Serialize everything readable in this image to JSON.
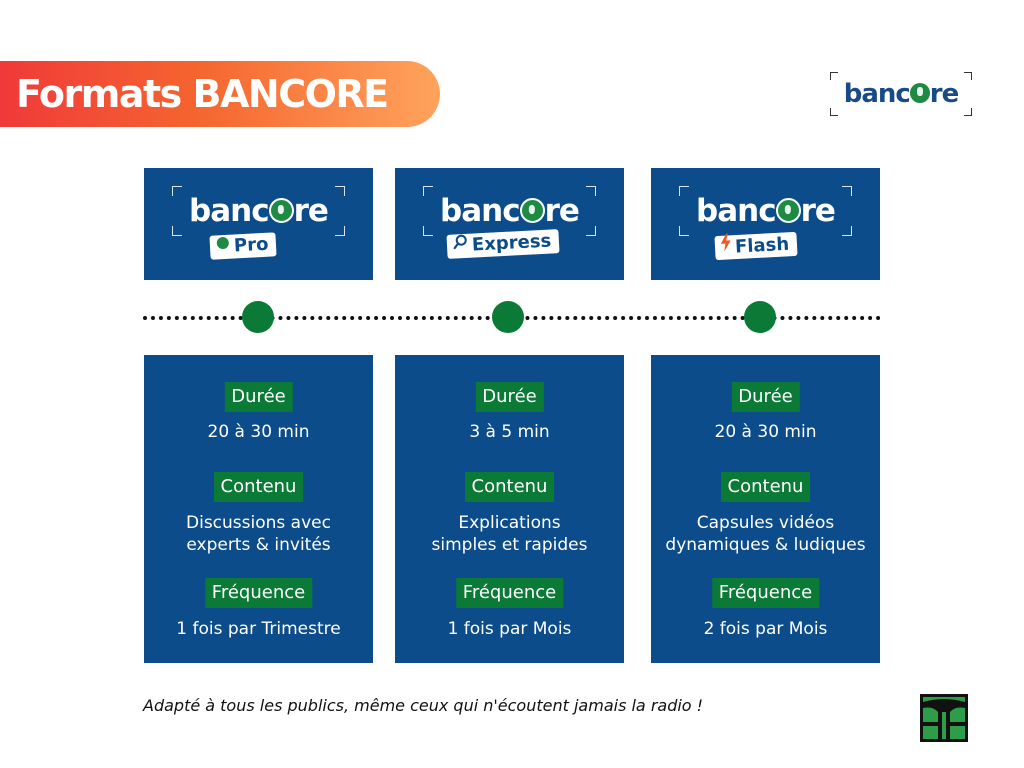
{
  "title": "Formats BANCORE",
  "brand": {
    "part1": "banc",
    "part2": "re"
  },
  "formats": [
    {
      "badge": "Pro",
      "badge_icon": "green-dot-icon",
      "duree_label": "Durée",
      "duree_value": "20 à 30 min",
      "contenu_label": "Contenu",
      "contenu_line1": "Discussions avec",
      "contenu_line2": "experts & invités",
      "frequence_label": "Fréquence",
      "frequence_value": "1 fois par Trimestre"
    },
    {
      "badge": "Express",
      "badge_icon": "magnifier-icon",
      "duree_label": "Durée",
      "duree_value": "3 à 5 min",
      "contenu_label": "Contenu",
      "contenu_line1": "Explications",
      "contenu_line2": "simples et rapides",
      "frequence_label": "Fréquence",
      "frequence_value": "1 fois par Mois"
    },
    {
      "badge": "Flash",
      "badge_icon": "lightning-icon",
      "duree_label": "Durée",
      "duree_value": "20 à 30 min",
      "contenu_label": "Contenu",
      "contenu_line1": "Capsules vidéos",
      "contenu_line2": "dynamiques & ludiques",
      "frequence_label": "Fréquence",
      "frequence_value": "2 fois par Mois"
    }
  ],
  "footnote": "Adapté à tous les publics, même ceux qui n'écoutent jamais la radio !",
  "colors": {
    "navy": "#0c4c8a",
    "green": "#0a7a36",
    "title_gradient_start": "#f0393a",
    "title_gradient_end": "#ffa35c",
    "flash_orange": "#f05a22"
  }
}
